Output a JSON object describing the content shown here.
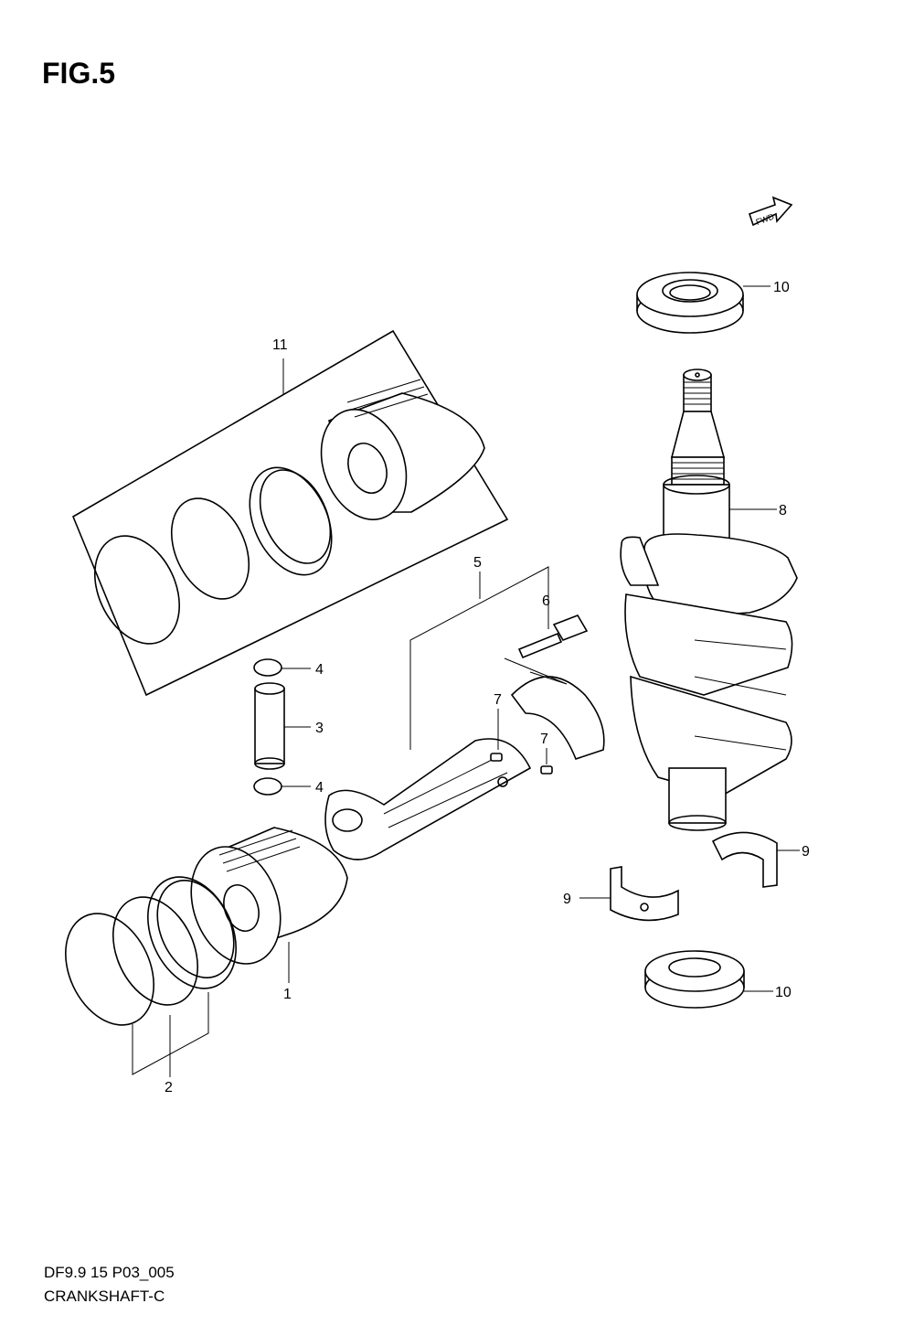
{
  "figure": {
    "title": "FIG.5",
    "code": "DF9.9 15 P03_005",
    "name": "CRANKSHAFT-C"
  },
  "fwd_badge": "FWD",
  "callouts": {
    "c1": "1",
    "c2": "2",
    "c3": "3",
    "c4a": "4",
    "c4b": "4",
    "c5": "5",
    "c6": "6",
    "c7a": "7",
    "c7b": "7",
    "c8": "8",
    "c9a": "9",
    "c9b": "9",
    "c10a": "10",
    "c10b": "10",
    "c11": "11"
  }
}
